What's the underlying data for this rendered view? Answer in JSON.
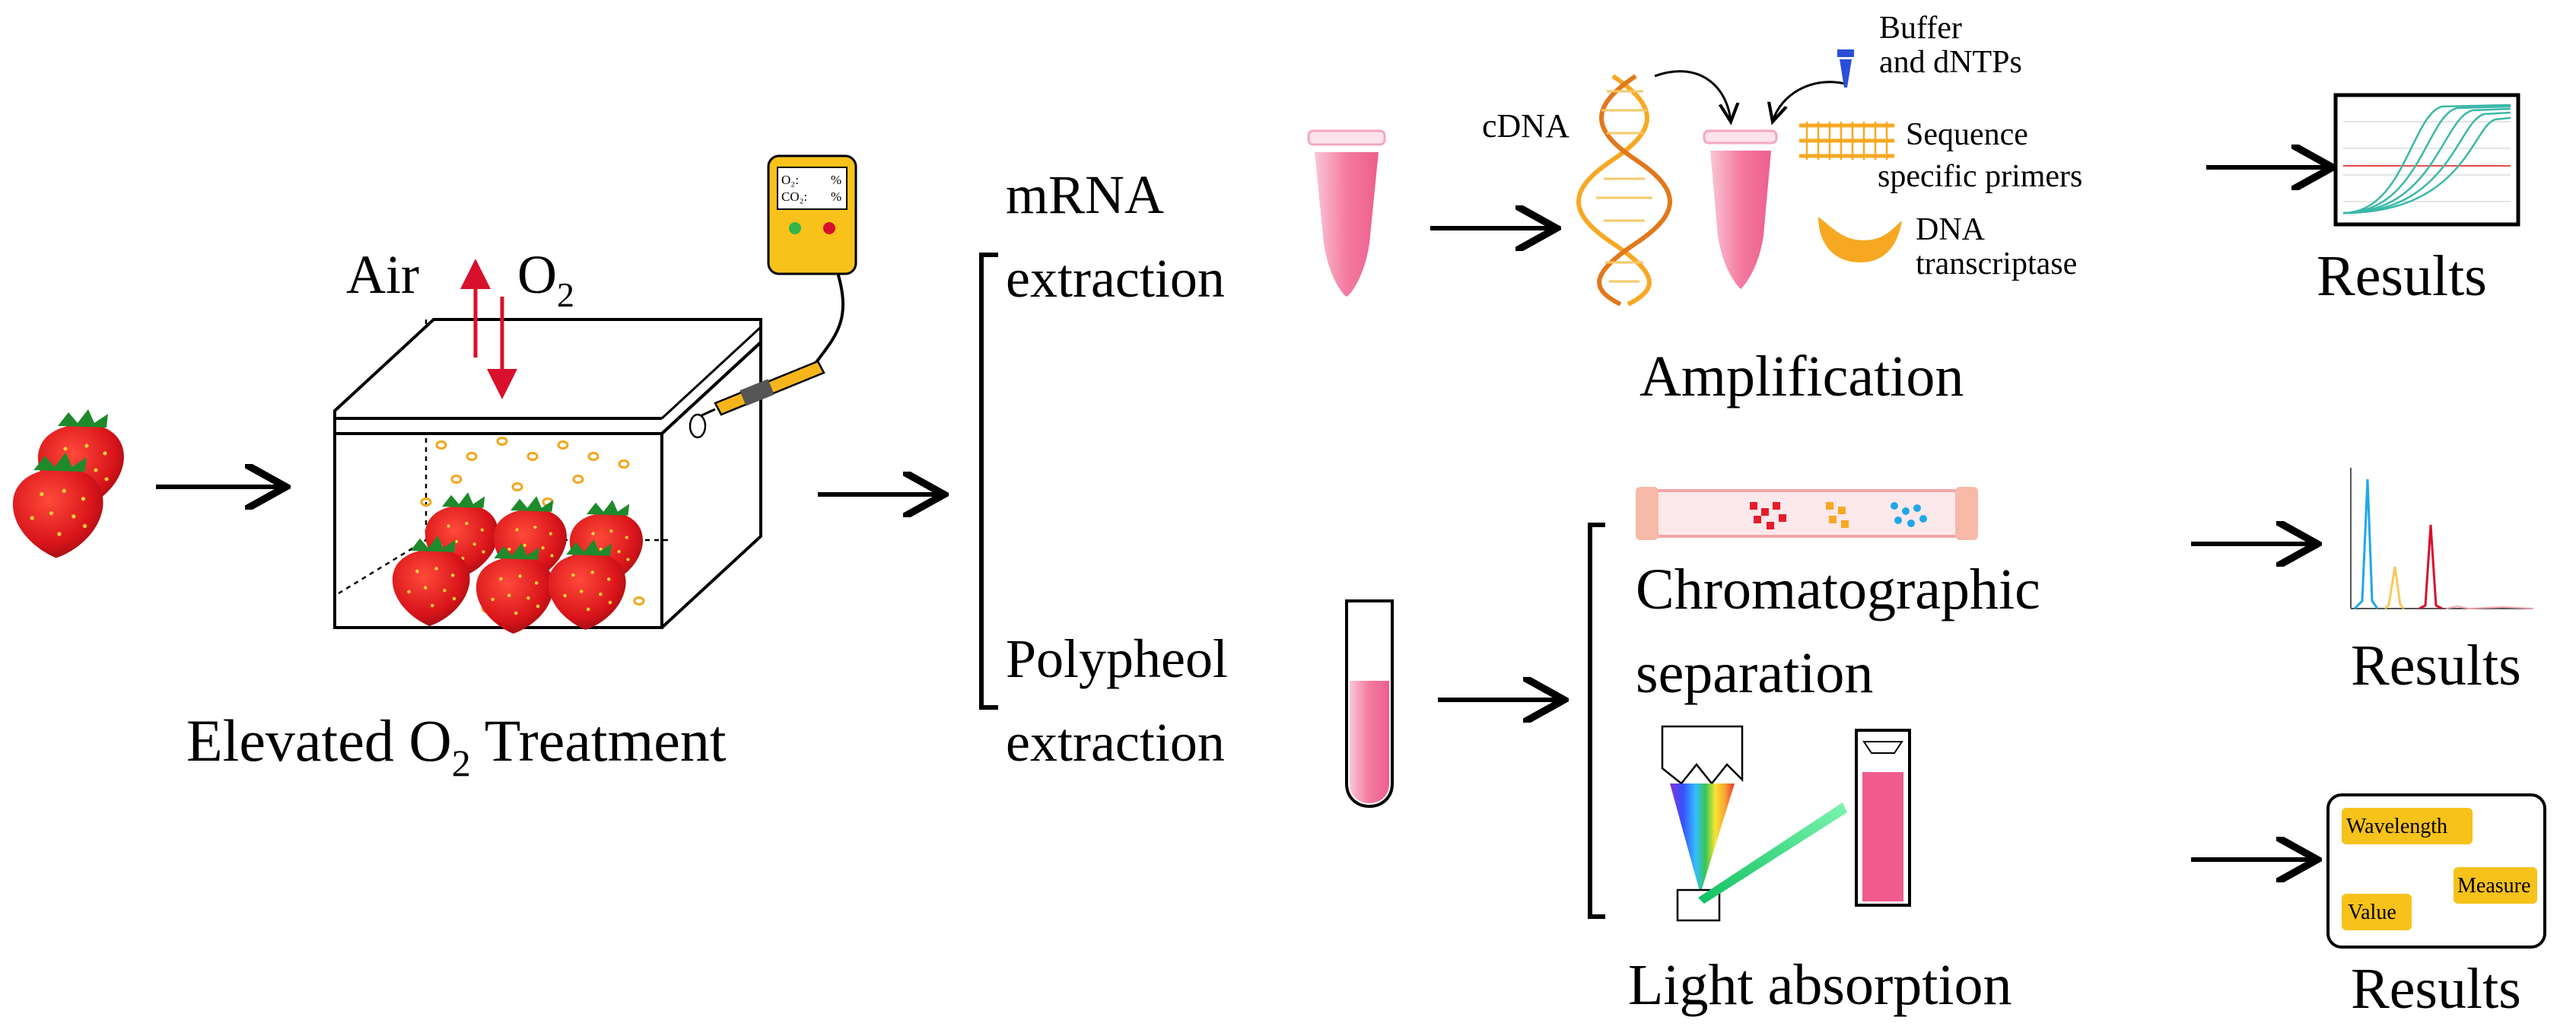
{
  "treatment": {
    "air": "Air",
    "o2": "O",
    "o2_sub": "2",
    "title_pre": "Elevated O",
    "title_sub": "2",
    "title_post": " Treatment",
    "meter_o2": "O₂:",
    "meter_co2": "CO₂:",
    "meter_pct": "%"
  },
  "mrna": {
    "line1": "mRNA",
    "line2": "extraction",
    "cdna": "cDNA",
    "buffer_line1": "Buffer",
    "buffer_line2": "and dNTPs",
    "primers_line1": "Sequence",
    "primers_line2": "specific primers",
    "enzyme_line1": "DNA",
    "enzyme_line2": "transcriptase",
    "step": "Amplification",
    "result": "Results"
  },
  "polyphenol": {
    "line1": "Polypheol",
    "line2": "extraction",
    "chrom_line1": "Chromatographic",
    "chrom_line2": "separation",
    "chrom_result": "Results",
    "abs_step": "Light absorption",
    "abs_result": "Results",
    "box_wavelength": "Wavelength",
    "box_measure": "Measure",
    "box_value": "Value"
  },
  "colors": {
    "strawberry": "#e4231f",
    "tube_pink": "#f47aa0",
    "accent_orange": "#f7a823",
    "arrow_red": "#d8102c",
    "curve_teal": "#3cb8a8"
  }
}
